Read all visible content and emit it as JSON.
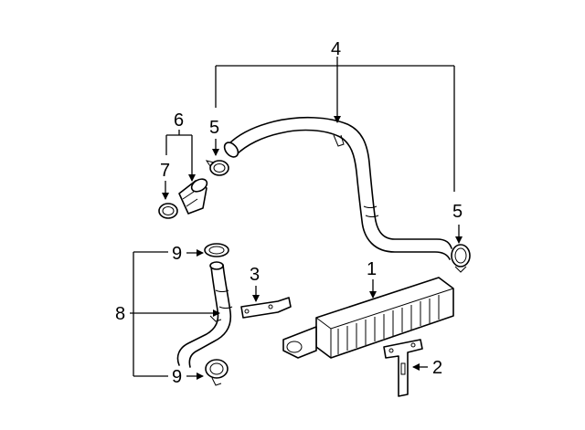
{
  "callouts": {
    "c1": "1",
    "c2": "2",
    "c3": "3",
    "c4": "4",
    "c5a": "5",
    "c5b": "5",
    "c6": "6",
    "c7": "7",
    "c8": "8",
    "c9a": "9",
    "c9b": "9"
  }
}
